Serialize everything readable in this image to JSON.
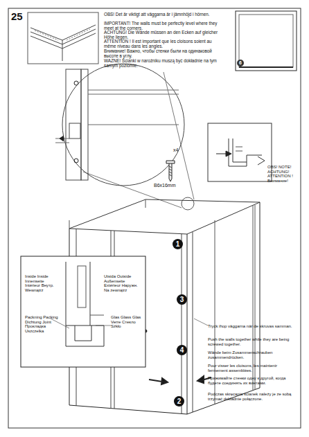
{
  "diagram": {
    "labels": [
      "25",
      "OBS! Det är viktigt att väggarna är i jämnhöjd i hörnen.",
      "IMPORTANT! The walls must be perfectly level where they meet at the corners.",
      "ACHTUNG! Die Wände müssen an den Ecken auf gleicher Höhe liegen.",
      "ATTENTION ! Il est important que les cloisons soient au même niveau dans les angles.",
      "Внимание! Важно, чтобы стенки были на одинаковой высоте в углу.",
      "WAŻNE! Ścianki w narożniku muszą być dokładnie na tym samym poziomie.",
      "x4",
      "B6x16mm",
      "OBS! NOTE! ACHTUNG! ATTENTION ! Внимание!",
      "6",
      "1",
      "3",
      "4",
      "2",
      "Inside Inside Innenseite Intérieur Внутр. Wewnątrz",
      "Utsida Outside Außenseite Extérieur Наружн. Na zewnątrz",
      "Packning Packing Dichtung Joint Прокладка Uszczelka",
      "Glas Glass Glas Verre Стекло Szkło",
      "Tryck ihop väggarna när de skruvas samman.",
      "Push the walls together while they are being screwed together.",
      "Wände beim Zusammenschrauben zusammendrücken.",
      "Pour visser les cloisons, les maintenir fermement assemblées.",
      "Прижимайте стенки одну к другой, когда будете соединять их винтами.",
      "Podczas skręcania ścianek należy je ze sobą trzymać dokładnie połączone."
    ]
  }
}
